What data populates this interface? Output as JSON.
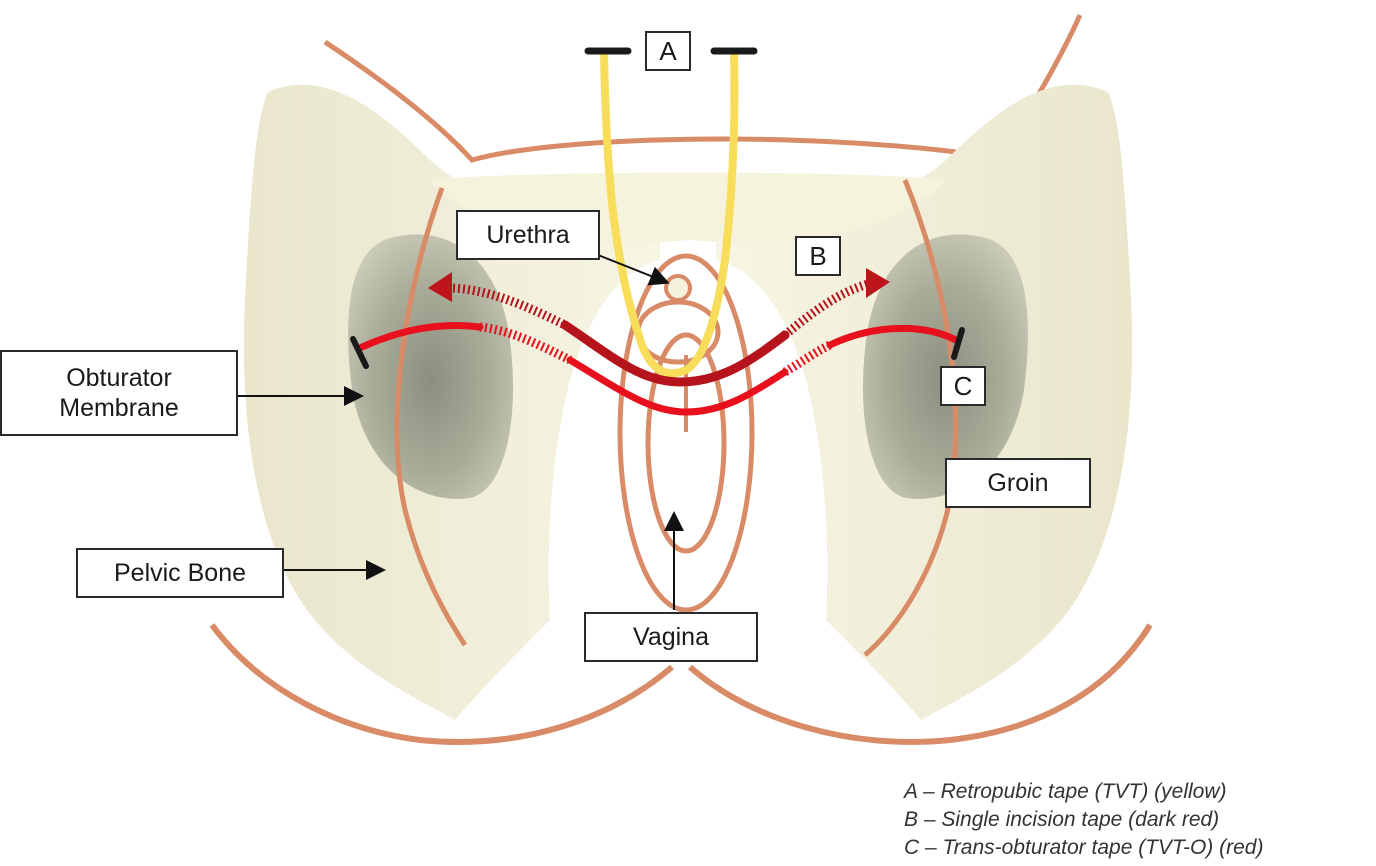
{
  "labels": {
    "urethra": "Urethra",
    "obturator_membrane_line1": "Obturator",
    "obturator_membrane_line2": "Membrane",
    "pelvic_bone": "Pelvic Bone",
    "vagina": "Vagina",
    "groin": "Groin"
  },
  "markers": {
    "a": "A",
    "b": "B",
    "c": "C"
  },
  "legend": [
    "A – Retropubic tape (TVT) (yellow)",
    "B – Single incision tape (dark red)",
    "C – Trans-obturator tape (TVT-O) (red)"
  ],
  "colors": {
    "bone_fill": "#efedd8",
    "outline": "#d88b66",
    "membrane": "#a8ab96",
    "tape_a_yellow": "#f7dd5a",
    "tape_b_dark_red": "#b5141c",
    "tape_c_red": "#e8101c"
  }
}
